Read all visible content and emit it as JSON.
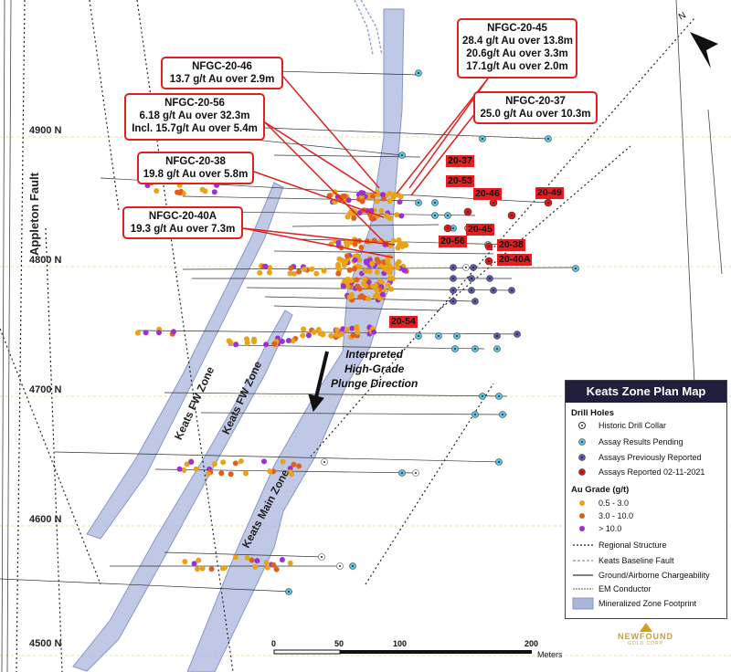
{
  "map": {
    "title": "Keats Zone Plan Map",
    "northings": [
      "4900 N",
      "4800 N",
      "4700 N",
      "4600 N",
      "4500 N"
    ],
    "fault_label": "Appleton Fault",
    "zone_labels": {
      "fw1": "Keats FW Zone",
      "fw2": "Keats FW Zone",
      "main": "Keats Main Zone"
    },
    "interpretation": [
      "Interpreted",
      "High-Grade",
      "Plunge Direction"
    ]
  },
  "callouts": [
    {
      "id": "NFGC-20-45",
      "lines": [
        "NFGC-20-45",
        "28.4 g/t Au over 13.8m",
        "20.6g/t Au over 3.3m",
        "17.1g/t Au over 2.0m"
      ]
    },
    {
      "id": "NFGC-20-46",
      "lines": [
        "NFGC-20-46",
        "13.7 g/t Au over 2.9m"
      ]
    },
    {
      "id": "NFGC-20-56",
      "lines": [
        "NFGC-20-56",
        "6.18 g/t Au over 32.3m",
        "Incl. 15.7g/t Au over 5.4m"
      ]
    },
    {
      "id": "NFGC-20-37",
      "lines": [
        "NFGC-20-37",
        "25.0 g/t Au over 10.3m"
      ]
    },
    {
      "id": "NFGC-20-38",
      "lines": [
        "NFGC-20-38",
        "19.8 g/t Au over 5.8m"
      ]
    },
    {
      "id": "NFGC-20-40A",
      "lines": [
        "NFGC-20-40A",
        "19.3 g/t Au over 7.3m"
      ]
    }
  ],
  "hole_tags": [
    "20-37",
    "20-53",
    "20-46",
    "20-49",
    "20-45",
    "20-56",
    "20-38",
    "20-40A",
    "20-54"
  ],
  "legend": {
    "drill_holes_heading": "Drill Holes",
    "drill_holes": [
      "Historic Drill Collar",
      "Assay Results Pending",
      "Assays Previously Reported",
      "Assays Reported 02-11-2021"
    ],
    "grade_heading": "Au Grade (g/t)",
    "grades": [
      "0.5 - 3.0",
      "3.0 - 10.0",
      "> 10.0"
    ],
    "structures": [
      "Regional Structure",
      "Keats Baseline Fault",
      "Ground/Airborne Chargeability",
      "EM Conductor",
      "Mineralized Zone Footprint"
    ],
    "logo": [
      "NEWFOUND",
      "GOLD CORP"
    ]
  },
  "scale": {
    "ticks": [
      "0",
      "50",
      "100",
      "200"
    ],
    "unit": "Meters"
  },
  "colors": {
    "callout_border": "#e02020",
    "tag_bg": "#e41e1e",
    "zone_fill": "#aab5dc",
    "low": "#e8a317",
    "mid": "#e0601a",
    "high": "#9b30d8",
    "pending": "#5bc8e8",
    "previous": "#5a5ab0",
    "new": "#e01818"
  }
}
